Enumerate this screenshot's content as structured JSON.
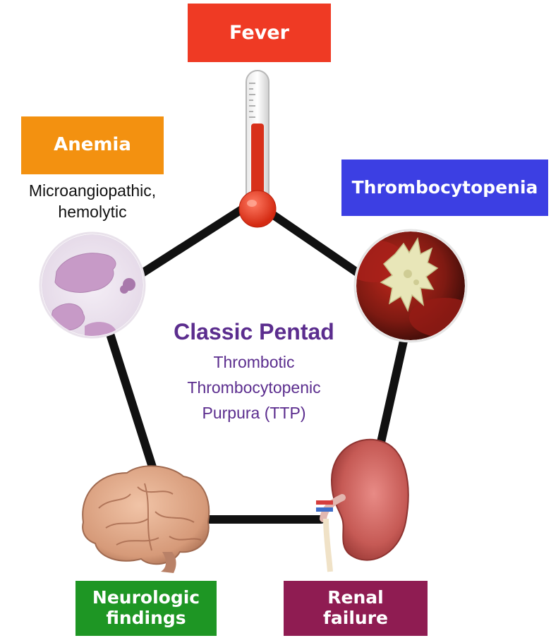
{
  "colors": {
    "fever": "#ef3a24",
    "anemia": "#f39110",
    "thrombocytopenia": "#3c3fe3",
    "neurologic": "#1e9624",
    "renal": "#8f1c52",
    "center_text": "#5b2d8e"
  },
  "labels": {
    "fever": "Fever",
    "anemia": "Anemia",
    "anemia_sub_1": "Microangiopathic,",
    "anemia_sub_2": "hemolytic",
    "thrombocytopenia": "Thrombocytopenia",
    "neurologic_1": "Neurologic",
    "neurologic_2": "findings",
    "renal_1": "Renal",
    "renal_2": "failure"
  },
  "center": {
    "title": "Classic Pentad",
    "line1": "Thrombotic",
    "line2": "Thrombocytopenic",
    "line3": "Purpura (TTP)"
  },
  "icons": [
    "thermometer-icon",
    "red-cell-smear-icon",
    "platelet-icon",
    "brain-icon",
    "kidney-icon"
  ]
}
